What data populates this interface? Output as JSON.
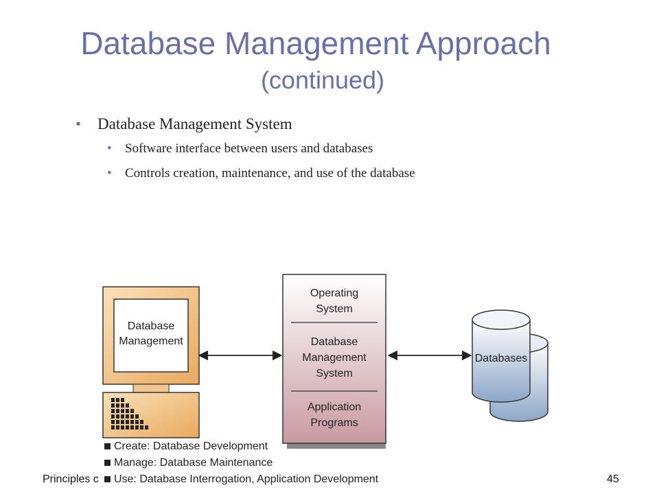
{
  "slide": {
    "title": "Database Management Approach",
    "subtitle": "(continued)",
    "bullets": [
      {
        "text": "Database Management System",
        "sub": [
          "Software interface between users and databases",
          "Controls creation, maintenance, and use of the database"
        ]
      }
    ]
  },
  "diagram": {
    "computer_label_1": "Database",
    "computer_label_2": "Management",
    "stack": [
      "Operating",
      "System",
      "Database",
      "Management",
      "System",
      "Application",
      "Programs"
    ],
    "databases_label": "Databases",
    "legend": [
      "Create: Database Development",
      "Manage: Database Maintenance",
      "Use: Database Interrogation, Application Development"
    ]
  },
  "footer": {
    "left": "Principles c",
    "page": "45"
  },
  "colors": {
    "title": "#6b6fa8",
    "monitor": "#f3c58a",
    "stack": "#e3c9cc",
    "cylinder": "#aebfd8"
  }
}
